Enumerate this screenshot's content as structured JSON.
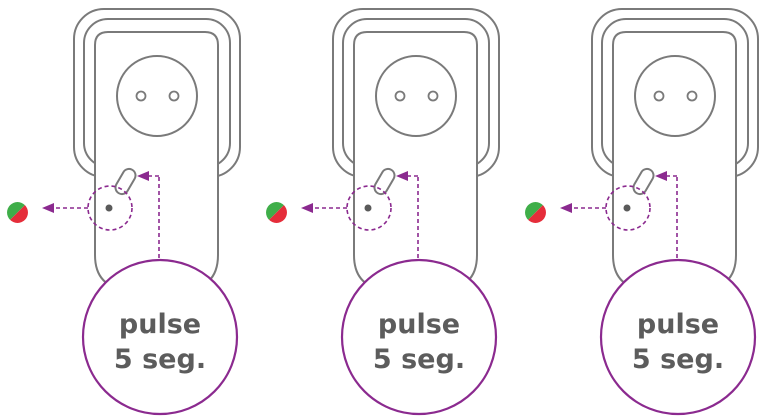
{
  "steps": [
    {
      "line1": "pulse",
      "line2": "5 seg."
    },
    {
      "line1": "pulse",
      "line2": "5 seg."
    },
    {
      "line1": "pulse",
      "line2": "5 seg."
    }
  ],
  "colors": {
    "outline": "#7a7a7a",
    "accent": "#8b2a8f",
    "led_green": "#3fae49",
    "led_red": "#e52d3a",
    "text": "#5c5c5c"
  },
  "icons": [
    "powerline-adapter-icon",
    "led-status-icon",
    "button-icon"
  ]
}
